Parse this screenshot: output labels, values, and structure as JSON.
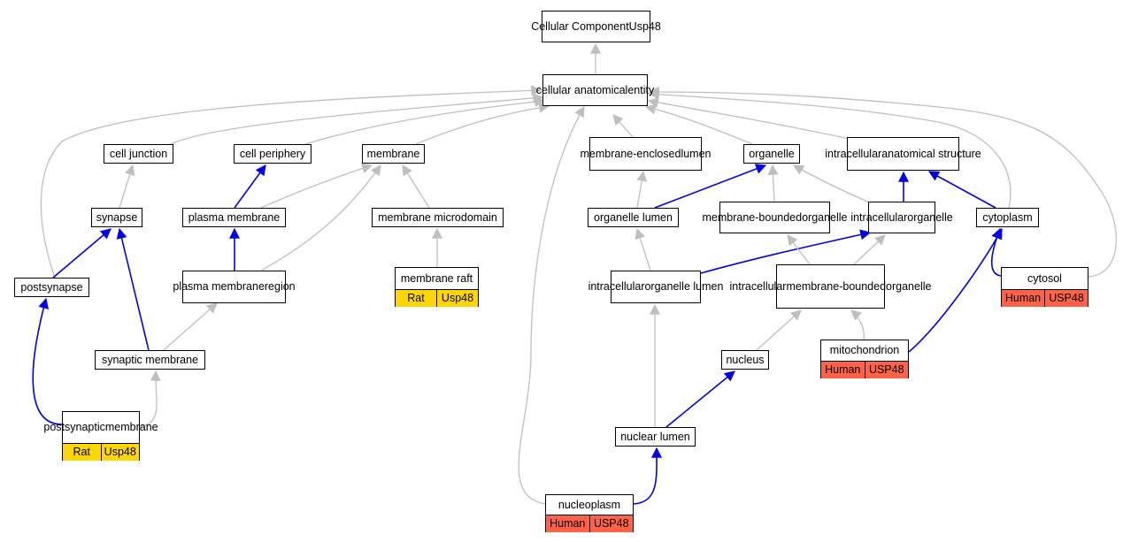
{
  "colors": {
    "is_a": "#bfbfbf",
    "part_of": "#0000ee",
    "rat": "#ffd700",
    "human": "#ff6347"
  },
  "nodes": {
    "cc": {
      "lines": [
        "Cellular Component",
        "Usp48"
      ]
    },
    "cae": {
      "lines": [
        "cellular anatomical",
        "entity"
      ]
    },
    "cell_junction": {
      "lines": [
        "cell junction"
      ]
    },
    "cell_periphery": {
      "lines": [
        "cell periphery"
      ]
    },
    "membrane": {
      "lines": [
        "membrane"
      ]
    },
    "mel": {
      "lines": [
        "membrane-enclosed",
        "lumen"
      ]
    },
    "organelle": {
      "lines": [
        "organelle"
      ]
    },
    "ias": {
      "lines": [
        "intracellular",
        "anatomical structure"
      ]
    },
    "synapse": {
      "lines": [
        "synapse"
      ]
    },
    "plasma_membrane": {
      "lines": [
        "plasma membrane"
      ]
    },
    "membrane_microdomain": {
      "lines": [
        "membrane microdomain"
      ]
    },
    "organelle_lumen": {
      "lines": [
        "organelle lumen"
      ]
    },
    "mbo": {
      "lines": [
        "membrane-bounded",
        "organelle"
      ]
    },
    "io": {
      "lines": [
        "intracellular",
        "organelle"
      ]
    },
    "cytoplasm": {
      "lines": [
        "cytoplasm"
      ]
    },
    "postsynapse": {
      "lines": [
        "postsynapse"
      ]
    },
    "pmr": {
      "lines": [
        "plasma membrane",
        "region"
      ]
    },
    "membrane_raft": {
      "lines": [
        "membrane raft"
      ],
      "badges": [
        {
          "text": "Rat",
          "color": "rat"
        },
        {
          "text": "Usp48",
          "color": "rat"
        }
      ]
    },
    "iol": {
      "lines": [
        "intracellular",
        "organelle lumen"
      ]
    },
    "imbo": {
      "lines": [
        "intracellular",
        "membrane-bounded",
        "organelle"
      ]
    },
    "cytosol": {
      "lines": [
        "cytosol"
      ],
      "badges": [
        {
          "text": "Human",
          "color": "human"
        },
        {
          "text": "USP48",
          "color": "human"
        }
      ]
    },
    "synaptic_membrane": {
      "lines": [
        "synaptic membrane"
      ]
    },
    "nucleus": {
      "lines": [
        "nucleus"
      ]
    },
    "mitochondrion": {
      "lines": [
        "mitochondrion"
      ],
      "badges": [
        {
          "text": "Human",
          "color": "human"
        },
        {
          "text": "USP48",
          "color": "human"
        }
      ]
    },
    "psm": {
      "lines": [
        "postsynaptic",
        "membrane"
      ],
      "badges": [
        {
          "text": "Rat",
          "color": "rat"
        },
        {
          "text": "Usp48",
          "color": "rat"
        }
      ]
    },
    "nuclear_lumen": {
      "lines": [
        "nuclear lumen"
      ]
    },
    "nucleoplasm": {
      "lines": [
        "nucleoplasm"
      ],
      "badges": [
        {
          "text": "Human",
          "color": "human"
        },
        {
          "text": "USP48",
          "color": "human"
        }
      ]
    }
  },
  "edges": [
    {
      "from": "cae",
      "to": "cc",
      "type": "is_a"
    },
    {
      "from": "cell_junction",
      "to": "cae",
      "type": "is_a"
    },
    {
      "from": "cell_periphery",
      "to": "cae",
      "type": "is_a"
    },
    {
      "from": "membrane",
      "to": "cae",
      "type": "is_a"
    },
    {
      "from": "mel",
      "to": "cae",
      "type": "is_a"
    },
    {
      "from": "organelle",
      "to": "cae",
      "type": "is_a"
    },
    {
      "from": "ias",
      "to": "cae",
      "type": "is_a"
    },
    {
      "from": "postsynapse",
      "to": "cae",
      "type": "is_a"
    },
    {
      "from": "nucleoplasm",
      "to": "cae",
      "type": "is_a"
    },
    {
      "from": "cytoplasm",
      "to": "cae",
      "type": "is_a"
    },
    {
      "from": "cytosol",
      "to": "cae",
      "type": "is_a"
    },
    {
      "from": "synapse",
      "to": "cell_junction",
      "type": "is_a"
    },
    {
      "from": "plasma_membrane",
      "to": "cell_periphery",
      "type": "part_of"
    },
    {
      "from": "plasma_membrane",
      "to": "membrane",
      "type": "is_a"
    },
    {
      "from": "pmr",
      "to": "membrane",
      "type": "is_a"
    },
    {
      "from": "membrane_microdomain",
      "to": "membrane",
      "type": "is_a"
    },
    {
      "from": "organelle_lumen",
      "to": "mel",
      "type": "is_a"
    },
    {
      "from": "organelle_lumen",
      "to": "organelle",
      "type": "part_of"
    },
    {
      "from": "mbo",
      "to": "organelle",
      "type": "is_a"
    },
    {
      "from": "io",
      "to": "organelle",
      "type": "is_a"
    },
    {
      "from": "io",
      "to": "ias",
      "type": "part_of"
    },
    {
      "from": "cytoplasm",
      "to": "ias",
      "type": "part_of"
    },
    {
      "from": "postsynapse",
      "to": "synapse",
      "type": "part_of"
    },
    {
      "from": "synaptic_membrane",
      "to": "synapse",
      "type": "part_of"
    },
    {
      "from": "pmr",
      "to": "plasma_membrane",
      "type": "part_of"
    },
    {
      "from": "membrane_raft",
      "to": "membrane_microdomain",
      "type": "is_a"
    },
    {
      "from": "iol",
      "to": "organelle_lumen",
      "type": "is_a"
    },
    {
      "from": "iol",
      "to": "io",
      "type": "part_of"
    },
    {
      "from": "imbo",
      "to": "mbo",
      "type": "is_a"
    },
    {
      "from": "imbo",
      "to": "io",
      "type": "is_a"
    },
    {
      "from": "cytosol",
      "to": "cytoplasm",
      "type": "part_of"
    },
    {
      "from": "mitochondrion",
      "to": "cytoplasm",
      "type": "part_of"
    },
    {
      "from": "synaptic_membrane",
      "to": "pmr",
      "type": "is_a"
    },
    {
      "from": "psm",
      "to": "postsynapse",
      "type": "part_of"
    },
    {
      "from": "psm",
      "to": "synaptic_membrane",
      "type": "is_a"
    },
    {
      "from": "nucleus",
      "to": "imbo",
      "type": "is_a"
    },
    {
      "from": "mitochondrion",
      "to": "imbo",
      "type": "is_a"
    },
    {
      "from": "nuclear_lumen",
      "to": "iol",
      "type": "is_a"
    },
    {
      "from": "nuclear_lumen",
      "to": "nucleus",
      "type": "part_of"
    },
    {
      "from": "nucleoplasm",
      "to": "nuclear_lumen",
      "type": "part_of"
    }
  ]
}
